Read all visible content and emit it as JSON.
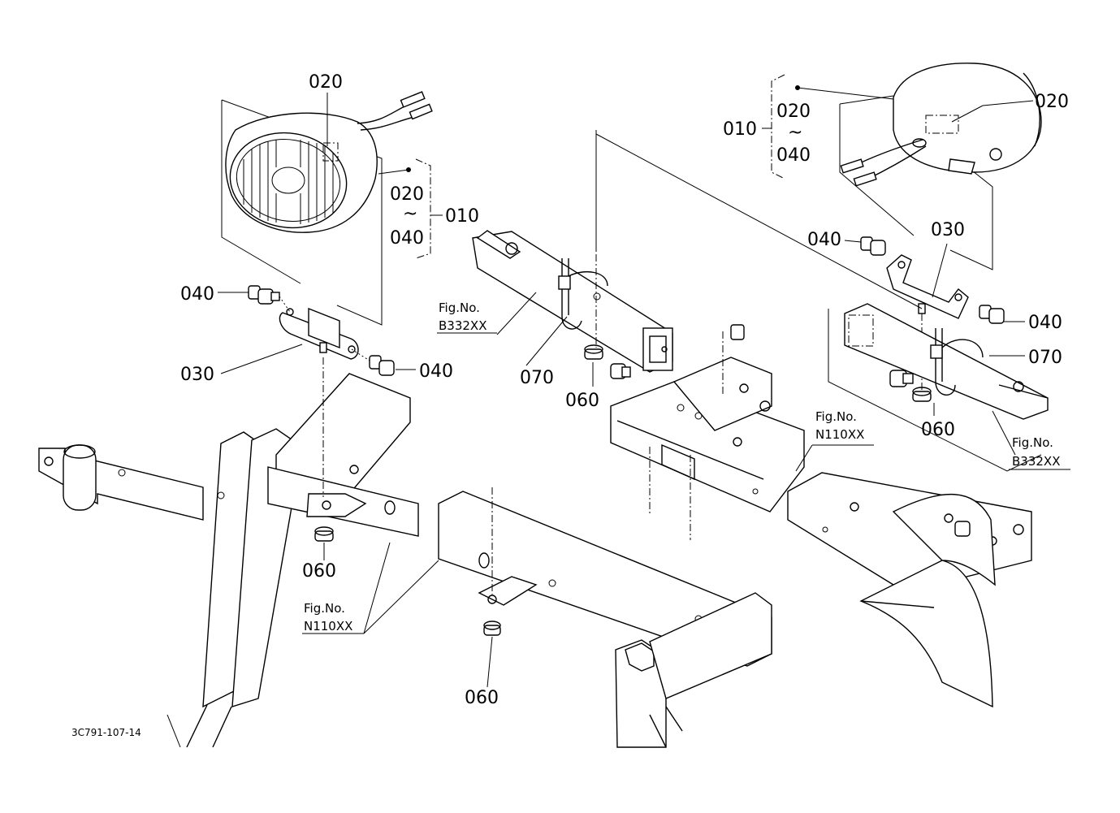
{
  "drawing_code": "3C791-107-14",
  "left_assembly": {
    "lamp_part": "020",
    "range_start": "020",
    "range_tilde": "~",
    "range_end": "040",
    "set_part": "010",
    "bolt_left": "040",
    "bolt_right": "040",
    "bracket_part": "030",
    "nut_upper": "060",
    "nut_lower": "060",
    "fig_label": "Fig.No.",
    "fig_number": "N110XX"
  },
  "center_assembly": {
    "fig_label": "Fig.No.",
    "fig_number": "B332XX",
    "clamp_part": "070",
    "nut_part": "060"
  },
  "right_assembly": {
    "set_part": "010",
    "range_start": "020",
    "range_tilde": "~",
    "range_end": "040",
    "lamp_part": "020",
    "bolt_upper": "040",
    "bracket_part": "030",
    "bolt_lower": "040",
    "clamp_part": "070",
    "nut_part": "060",
    "fig_label_frame": "Fig.No.",
    "fig_number_frame": "N110XX",
    "fig_label_bar": "Fig.No.",
    "fig_number_bar": "B332XX"
  }
}
